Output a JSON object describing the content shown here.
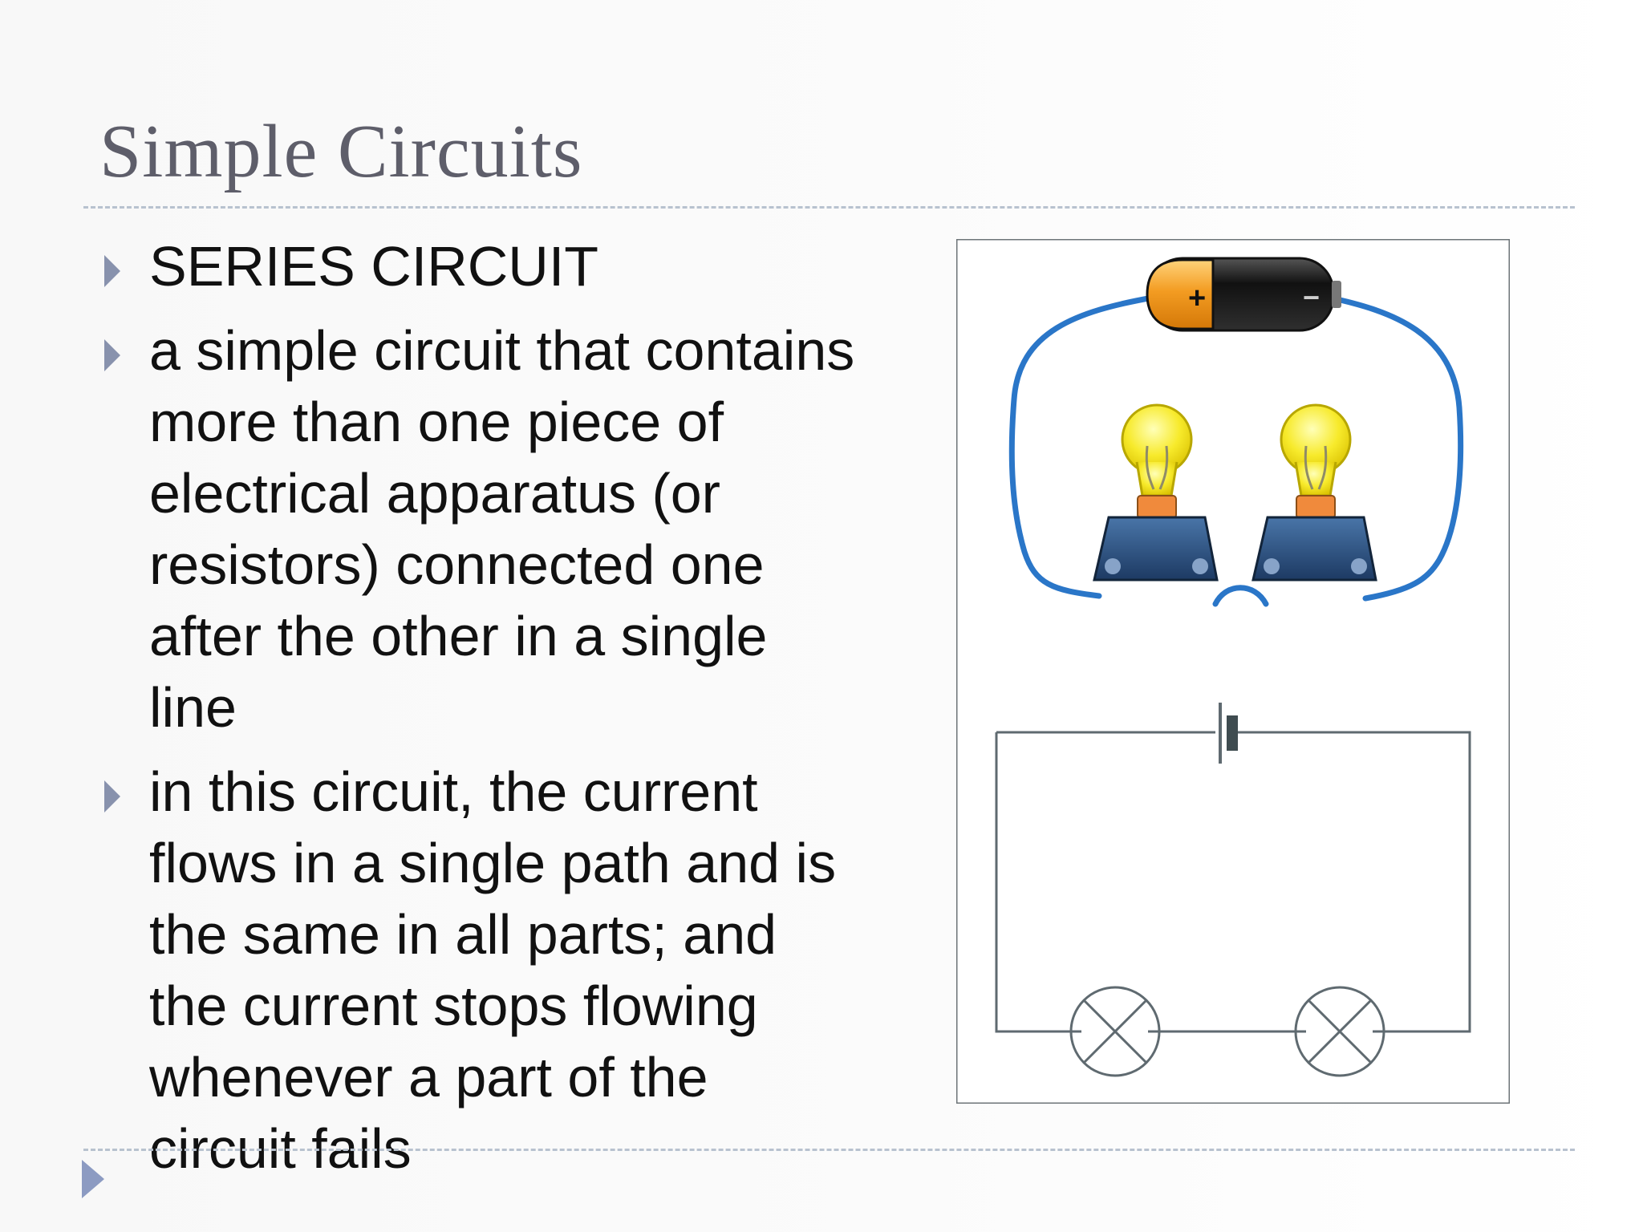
{
  "slide": {
    "title": "Simple Circuits",
    "bullets": [
      {
        "text": "SERIES CIRCUIT"
      },
      {
        "text": "a simple circuit that contains\nmore than one piece of\nelectrical apparatus (or\nresistors) connected one\nafter the other  in a single\nline"
      },
      {
        "text": "in this circuit, the current\nflows in a single path and is\nthe same in all parts; and\nthe current stops flowing\nwhenever a part of the\ncircuit fails"
      }
    ]
  },
  "diagram": {
    "battery_positive_symbol": "+",
    "battery_negative_symbol": "−",
    "colors": {
      "wire": "#2a76c8",
      "bulb": "#f7ea2b",
      "battery_orange": "#f39c22",
      "battery_black": "#262626",
      "socket": "#244b7c",
      "schematic": "#5f6a70"
    },
    "icons": [
      "battery-icon",
      "light-bulb-icon",
      "lamp-symbol-icon",
      "cell-symbol-icon"
    ]
  }
}
